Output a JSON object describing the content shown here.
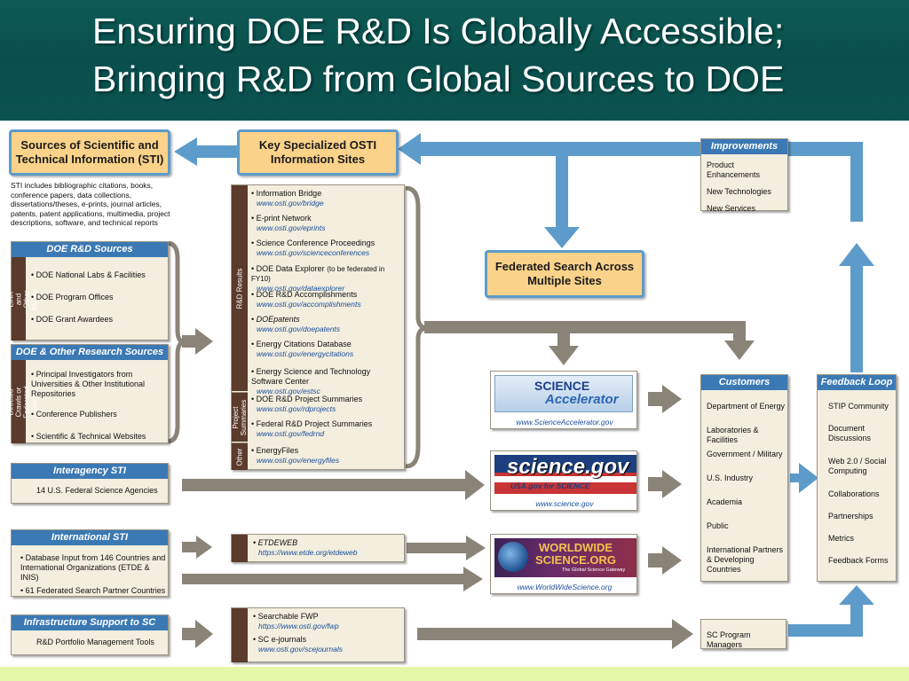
{
  "title": {
    "line1": "Ensuring DOE R&D Is Globally Accessible;",
    "line2": "Bringing R&D from Global Sources to DOE"
  },
  "sources": {
    "title_line1": "Sources of Scientific and",
    "title_line2": "Technical Information (STI)",
    "description": "STI includes bibliographic citations, books, conference papers, data collections, dissertations/theses, e-prints, journal articles, patents, patent applications, multimedia, project descriptions, software, and technical reports"
  },
  "doe_rd_sources": {
    "header": "DOE R&D Sources",
    "side_label": "Via E-LINK and Other Means",
    "items": [
      "DOE National Labs & Facilities",
      "DOE Program Offices",
      "DOE Grant Awardees"
    ]
  },
  "doe_other": {
    "header": "DOE & Other Research Sources",
    "side_label": "Via Directed Crawls or Federated Search",
    "items": [
      "Principal Investigators from Universities & Other Institutional Repositories",
      "Conference Publishers",
      "Scientific & Technical Websites"
    ]
  },
  "interagency": {
    "header": "Interagency STI",
    "item": "14 U.S. Federal Science Agencies"
  },
  "international": {
    "header": "International STI",
    "items": [
      "Database Input from 146 Countries and International Organizations (ETDE & INIS)",
      "61 Federated Search Partner Countries"
    ]
  },
  "infrastructure": {
    "header": "Infrastructure Support to SC",
    "item": "R&D Portfolio Management Tools"
  },
  "osti": {
    "title_line1": "Key Specialized OSTI",
    "title_line2": "Information Sites",
    "tab_rd": "R&D Results",
    "tab_project": "Project Summaries",
    "tab_other": "Other",
    "rd_items": [
      {
        "name": "Information Bridge",
        "url": "www.osti.gov/bridge"
      },
      {
        "name": "E-print Network",
        "url": "www.osti.gov/eprints"
      },
      {
        "name": "Science Conference Proceedings",
        "url": "www.osti.gov/scienceconferences"
      },
      {
        "name": "DOE Data Explorer",
        "note": "(to be federated in FY10)",
        "url": "www.osti.gov/dataexplorer"
      },
      {
        "name": "DOE R&D Accomplishments",
        "url": "www.osti.gov/accomplishments"
      },
      {
        "name": "DOEpatents",
        "url": "www.osti.gov/doepatents"
      },
      {
        "name": "Energy Citations Database",
        "url": "www.osti.gov/energycitations"
      },
      {
        "name": "Energy Science and Technology Software Center",
        "url": "www.osti.gov/estsc"
      }
    ],
    "project_items": [
      {
        "name": "DOE R&D Project Summaries",
        "url": "www.osti.gov/rdprojects"
      },
      {
        "name": "Federal R&D Project Summaries",
        "url": "www.osti.gov/fedrnd"
      }
    ],
    "other_items": [
      {
        "name": "EnergyFiles",
        "url": "www.osti.gov/energyfiles"
      }
    ]
  },
  "etdeweb": {
    "name": "ETDEWEB",
    "url": "https://www.etde.org/etdeweb"
  },
  "infra_tools": [
    {
      "name": "Searchable FWP",
      "url": "https://www.osti.gov/fwp"
    },
    {
      "name": "SC e-journals",
      "url": "www.osti.gov/scejournals"
    }
  ],
  "federated": {
    "line1": "Federated Search Across",
    "line2": "Multiple Sites"
  },
  "gateways": [
    {
      "logo_line1": "SCIENCE",
      "logo_line2": "Accelerator",
      "url": "www.ScienceAccelerator.gov"
    },
    {
      "logo_line1": "science.gov",
      "logo_line2": "USA.gov for SCIENCE",
      "url": "www.science.gov"
    },
    {
      "logo_line1": "WORLDWIDE",
      "logo_line2": "SCIENCE.ORG",
      "logo_line3": "The Global Science Gateway",
      "url": "www.WorldWideScience.org"
    }
  ],
  "improvements": {
    "header": "Improvements",
    "items": [
      "Product Enhancements",
      "New Technologies",
      "New Services"
    ]
  },
  "customers": {
    "header": "Customers",
    "items": [
      "Department of Energy",
      "Laboratories & Facilities",
      "Government / Military",
      "U.S. Industry",
      "Academia",
      "Public",
      "International Partners & Developing Countries"
    ]
  },
  "feedback": {
    "header": "Feedback Loop",
    "items": [
      "STIP Community",
      "Document Discussions",
      "Web 2.0 / Social Computing",
      "Collaborations",
      "Partnerships",
      "Metrics",
      "Feedback Forms"
    ]
  },
  "sc_managers": "SC Program Managers",
  "colors": {
    "title_bg": "#0b5350",
    "accent_blue": "#3b79b4",
    "arrow_blue": "#5d9bcb",
    "arrow_gray": "#8a8378",
    "box_bg": "#f3eede",
    "orange": "#fbd289",
    "bottom_band": "#e5f7a9"
  }
}
